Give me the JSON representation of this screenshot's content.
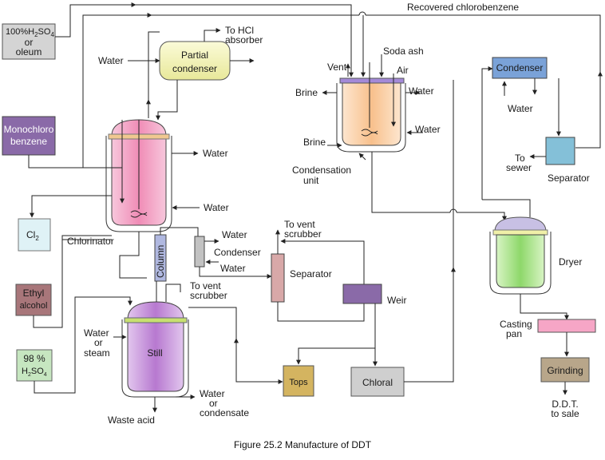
{
  "caption": "Figure 25.2    Manufacture of  DDT",
  "feeds": {
    "oleum": {
      "line1": "100%H",
      "sub1": "2",
      "mid1": "SO",
      "sub2": "4",
      "line2": "or",
      "line3": "oleum"
    },
    "monochlorobenzene": {
      "line1": "Monochloro",
      "line2": "benzene"
    },
    "cl2": {
      "main": "Cl",
      "sub": "2"
    },
    "ethyl_alcohol": {
      "line1": "Ethyl",
      "line2": "alcohol"
    },
    "sulfuric": {
      "line1": "98 %",
      "main": "H",
      "sub1": "2",
      "mid": "SO",
      "sub2": "4"
    }
  },
  "equipment": {
    "partial_condenser": {
      "line1": "Partial",
      "line2": "condenser"
    },
    "chlorinator": "Chlorinator",
    "column": "Column",
    "still": "Still",
    "condenser_small": "Condenser",
    "separator_mid": "Separator",
    "weir": "Weir",
    "tops": "Tops",
    "chloral": "Chloral",
    "condensation_unit": {
      "line1": "Condensation",
      "line2": "unit"
    },
    "condenser_right": "Condenser",
    "separator_right": "Separator",
    "dryer": "Dryer",
    "casting_pan": {
      "line1": "Casting",
      "line2": "pan"
    },
    "grinding": "Grinding"
  },
  "labels": {
    "recovered": "Recovered chlorobenzene",
    "to_hcl": {
      "line1": "To HCl",
      "line2": "absorber"
    },
    "water_pc": "Water",
    "water_chl_1": "Water",
    "water_chl_2": "Water",
    "water_cond_1": "Water",
    "water_cond_2": "Water",
    "to_vent_scrubber_1": {
      "line1": "To vent",
      "line2": "scrubber"
    },
    "to_vent_scrubber_2": {
      "line1": "To vent",
      "line2": "scrubber"
    },
    "water_or_steam": {
      "line1": "Water",
      "line2": "or",
      "line3": "steam"
    },
    "waste_acid": "Waste acid",
    "water_or_condensate": {
      "line1": "Water",
      "line2": "or",
      "line3": "condensate"
    },
    "soda_ash": "Soda ash",
    "vent": "Vent",
    "air": "Air",
    "brine_1": "Brine",
    "brine_2": "Brine",
    "water_cu_1": "Water",
    "water_cu_2": "Water",
    "water_rc": "Water",
    "to_sewer": {
      "line1": "To",
      "line2": "sewer"
    },
    "ddt": {
      "line1": "D.D.T.",
      "line2": "to sale"
    }
  },
  "colors": {
    "oleum_box": "#d4d4d4",
    "monochloro_box": "#8a6aa8",
    "cl2_box": "#dff2f6",
    "ethyl_box": "#a8767a",
    "sulfuric_box": "#c6e6c0",
    "partial_condenser": "#f2f2b0",
    "chlorinator": "#f4a8c8",
    "still": "#c69ad8",
    "column": "#b0b8e0",
    "condensation": "#f8d0a8",
    "condenser_right": "#7aa2d8",
    "separator_right": "#84c0d8",
    "dryer": "#a8e090",
    "casting_pan": "#f6a6c6",
    "grinding": "#b8a68a",
    "tops": "#d4b460",
    "chloral": "#cfcfcf",
    "weir": "#8a6aa8",
    "separator_mid": "#d8a8a8"
  }
}
